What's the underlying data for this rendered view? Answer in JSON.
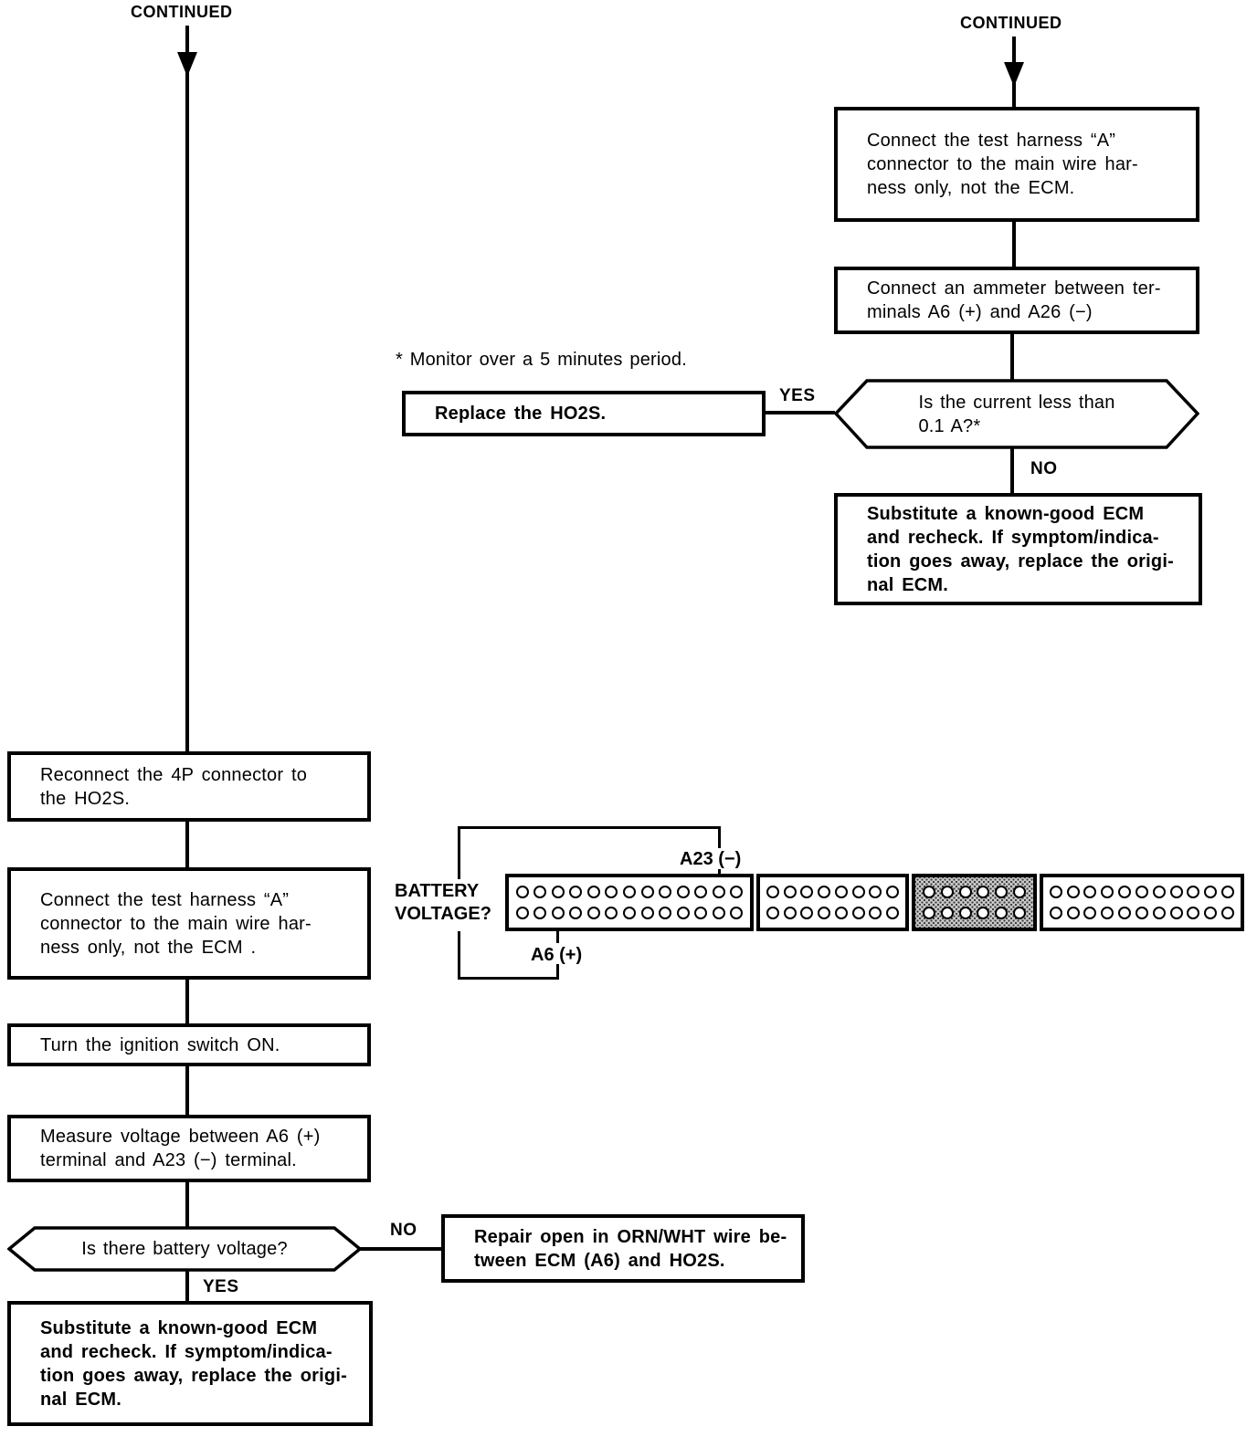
{
  "palette": {
    "ink": "#000000",
    "paper": "#ffffff",
    "shade": "#c9c9c9"
  },
  "labels": {
    "continued_left": "CONTINUED",
    "continued_right": "CONTINUED",
    "yes_right": "YES",
    "no_right": "NO",
    "yes_left": "YES",
    "no_left": "NO"
  },
  "right_flow": {
    "box_connect_harness": "Connect the test harness “A”\nconnector to the main wire har-\nness only, not the ECM.",
    "box_ammeter": "Connect an ammeter between ter-\nminals A6 (+) and A26 (−)",
    "note_monitor": "* Monitor over a 5 minutes period.",
    "box_replace_ho2s": "Replace the HO2S.",
    "decision_current": "Is the current less than\n0.1 A?*",
    "box_substitute_ecm": "Substitute a known-good ECM\nand recheck. If symptom/indica-\ntion goes away, replace the origi-\nnal ECM."
  },
  "left_flow": {
    "box_reconnect_4p": "Reconnect the 4P connector to\nthe HO2S.",
    "box_connect_harness": "Connect the test harness “A”\nconnector to the main wire har-\nness only, not the ECM .",
    "box_ignition_on": "Turn the ignition switch ON.",
    "box_measure_voltage": "Measure voltage between A6 (+)\nterminal and A23 (−) terminal.",
    "decision_battery": "Is there battery voltage?",
    "box_repair_wire": "Repair open in ORN/WHT wire be-\ntween ECM (A6) and HO2S.",
    "box_substitute_ecm": "Substitute a known-good ECM\nand recheck. If symptom/indica-\ntion goes away, replace the origi-\nnal ECM."
  },
  "connector": {
    "question_label": "BATTERY\nVOLTAGE?",
    "pin_a23_label": "A23 (−)",
    "pin_a6_label": "A6 (+)",
    "sections": [
      {
        "name": "ecm-connector-a",
        "pins_per_row": 13,
        "rows": 2,
        "shaded": false
      },
      {
        "name": "ecm-connector-b",
        "pins_per_row": 8,
        "rows": 2,
        "shaded": false
      },
      {
        "name": "ecm-connector-c",
        "pins_per_row": 6,
        "rows": 2,
        "shaded": true
      },
      {
        "name": "ecm-connector-d",
        "pins_per_row": 11,
        "rows": 2,
        "shaded": false
      }
    ]
  }
}
